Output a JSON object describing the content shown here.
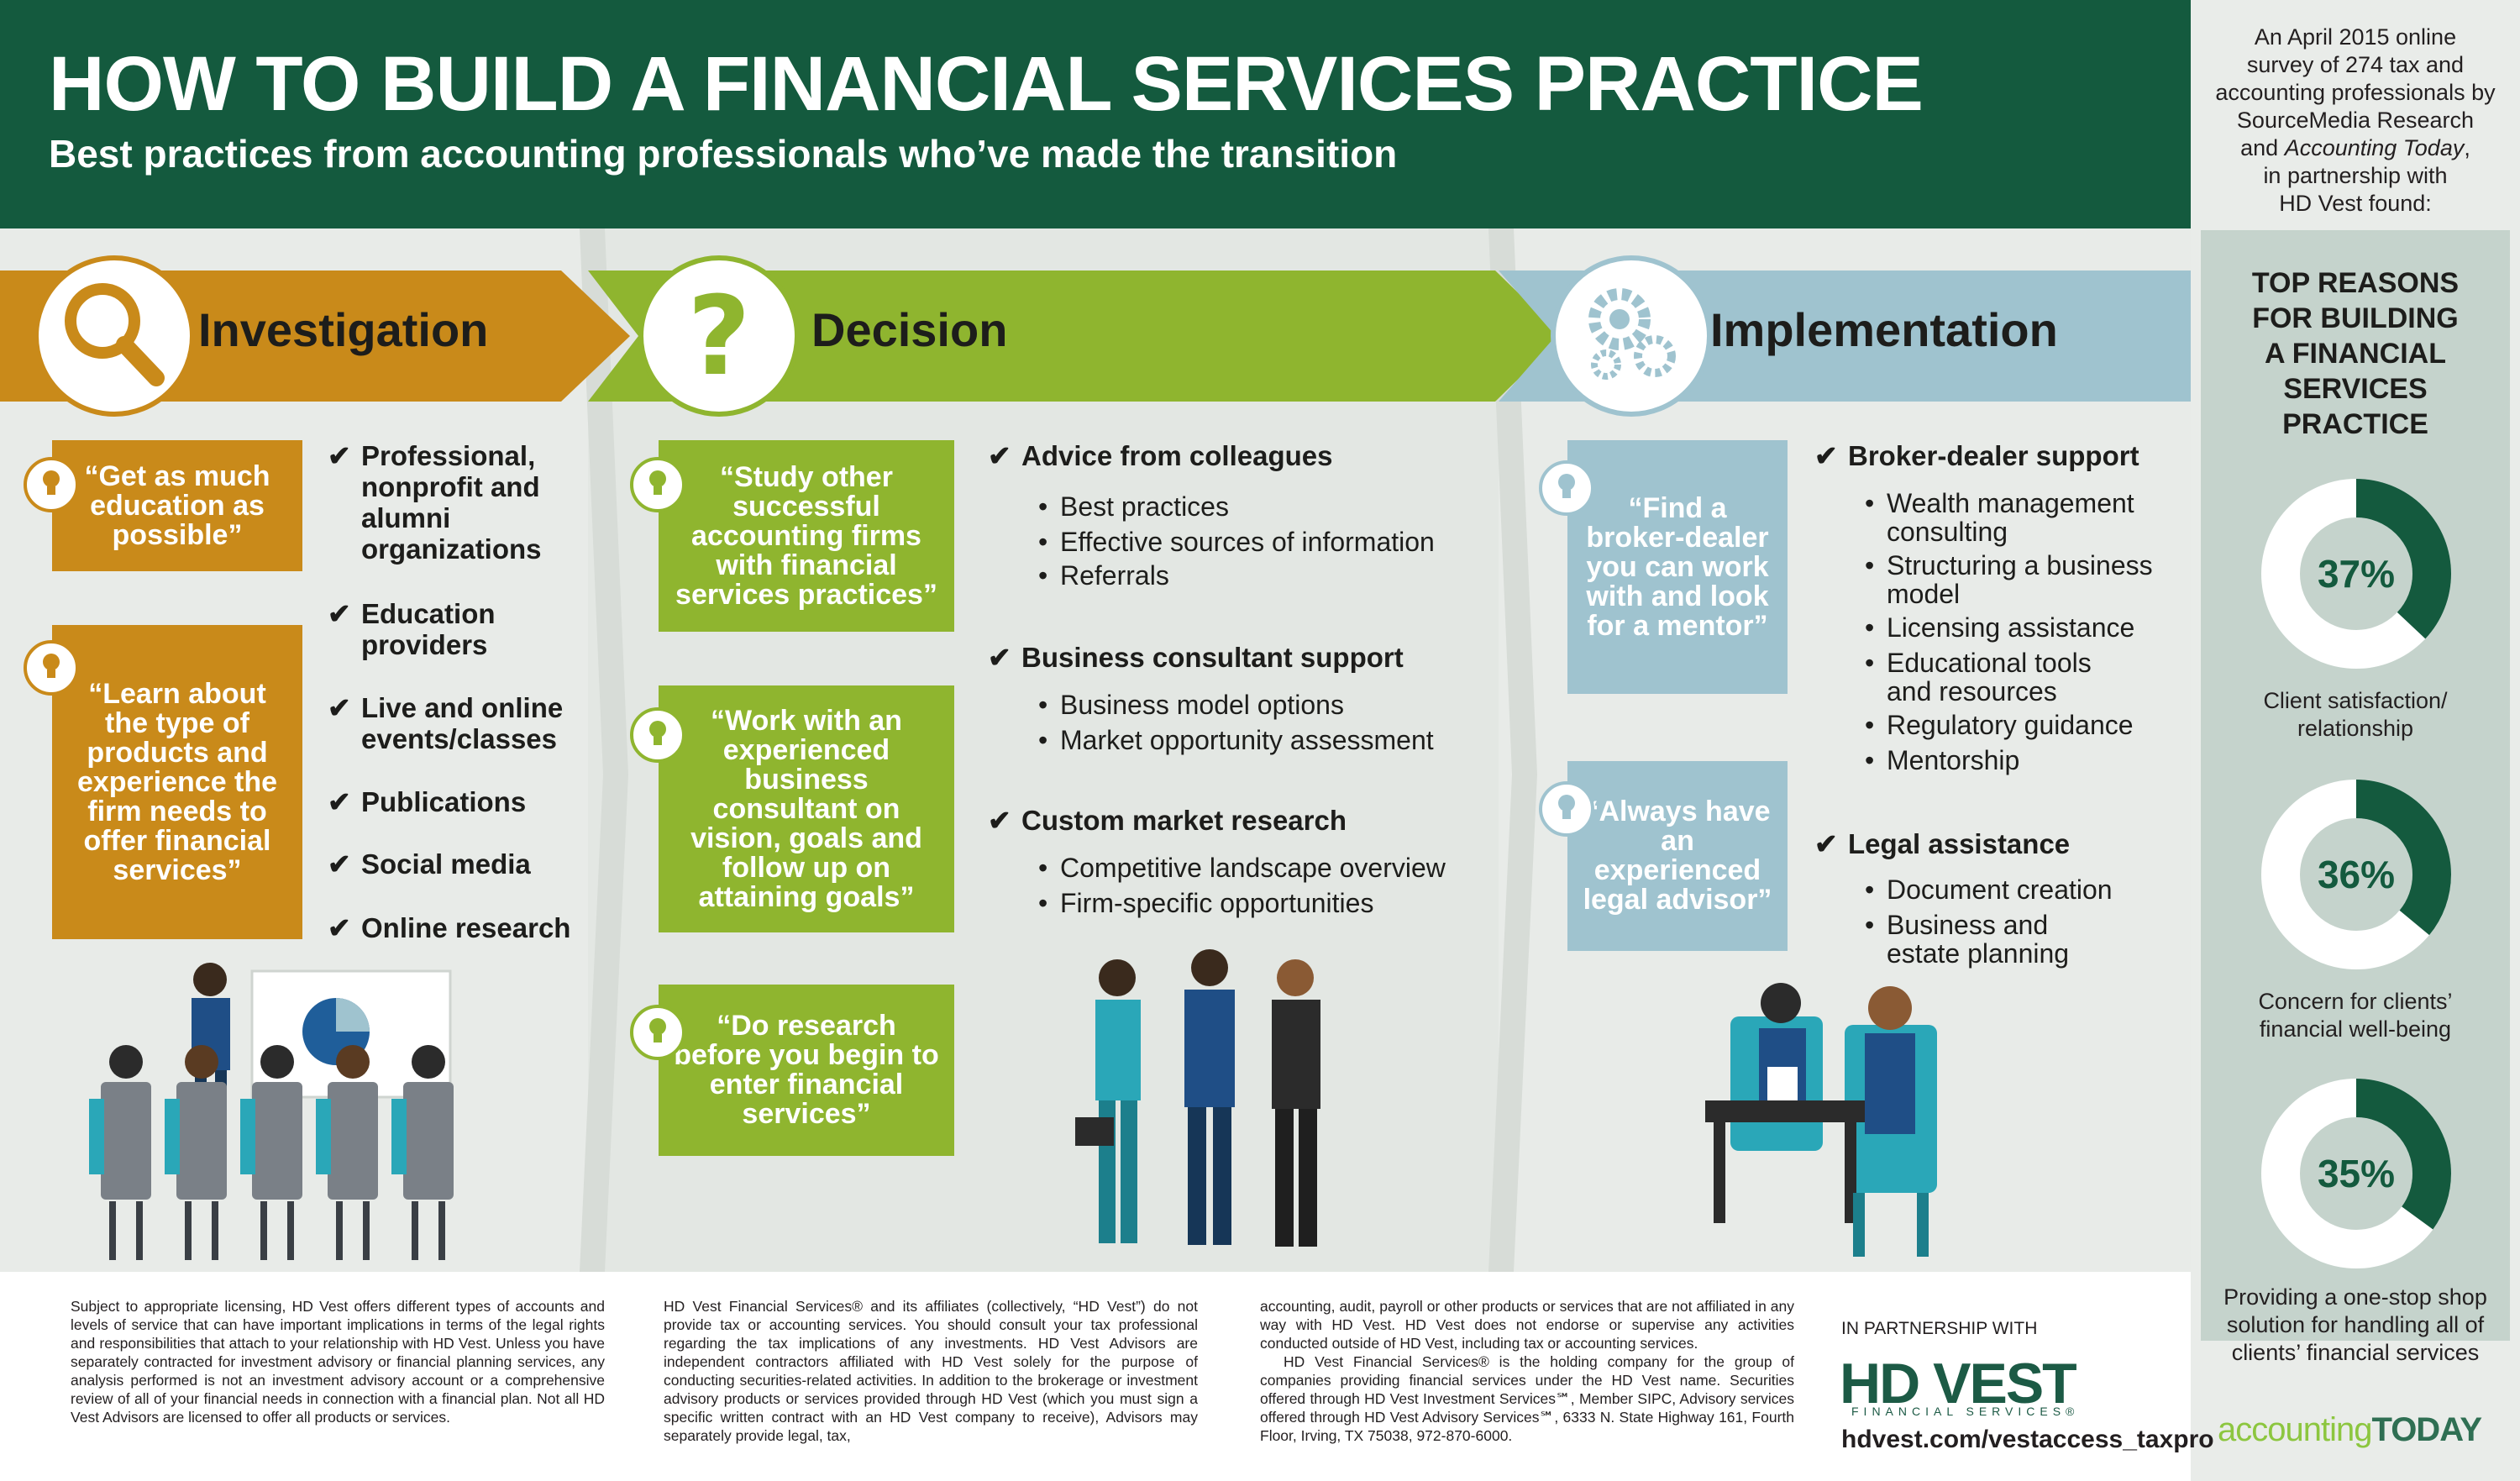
{
  "header": {
    "title": "HOW TO BUILD A FINANCIAL SERVICES PRACTICE",
    "subtitle": "Best practices from accounting professionals who’ve made the transition"
  },
  "survey": {
    "line1": "An April 2015 online",
    "line2": "survey of 274 tax and",
    "line3": "accounting professionals by",
    "line4": "SourceMedia Research",
    "line5_pre": "and ",
    "line5_em": "Accounting Today",
    "line5_post": ",",
    "line6": "in partnership with",
    "line7": "HD Vest found:"
  },
  "reasons": {
    "title_line1": "TOP REASONS",
    "title_line2": "FOR BUILDING",
    "title_line3": "A FINANCIAL",
    "title_line4": "SERVICES",
    "title_line5": "PRACTICE",
    "items": [
      {
        "value": "37%",
        "fraction": 0.37,
        "cap1": "Client satisfaction/",
        "cap2": "relationship",
        "cap3": ""
      },
      {
        "value": "36%",
        "fraction": 0.36,
        "cap1": "Concern for clients’",
        "cap2": "financial well-being",
        "cap3": ""
      },
      {
        "value": "35%",
        "fraction": 0.35,
        "cap1": "Providing a one-stop shop",
        "cap2": "solution for handling all of",
        "cap3": "clients’ financial services"
      }
    ]
  },
  "columns": {
    "investigation": {
      "label": "Investigation",
      "quotes": [
        "“Get as much education as possible”",
        "“Learn about the type of products and experience the firm needs to offer financial services”"
      ],
      "checks": [
        "Professional, nonprofit and alumni organizations",
        "Education providers",
        "Live and online events/classes",
        "Publications",
        "Social media",
        "Online research"
      ]
    },
    "decision": {
      "label": "Decision",
      "quotes": [
        "“Study other successful accounting firms with financial services practices”",
        "“Work with an experienced business consultant on vision, goals and follow up on attaining goals”",
        "“Do research before you begin to enter financial services”"
      ],
      "groups": [
        {
          "head": "Advice from colleagues",
          "items": [
            "Best practices",
            "Effective sources of information",
            "Referrals"
          ]
        },
        {
          "head": "Business consultant support",
          "items": [
            "Business model options",
            "Market opportunity assessment"
          ]
        },
        {
          "head": "Custom market research",
          "items": [
            "Competitive landscape overview",
            "Firm-specific opportunities"
          ]
        }
      ]
    },
    "implementation": {
      "label": "Implementation",
      "quotes": [
        "“Find a broker-dealer you can work with and look for a mentor”",
        "“Always have an experienced legal advisor”"
      ],
      "groups": [
        {
          "head": "Broker-dealer support",
          "items": [
            "Wealth management consulting",
            "Structuring a business model",
            "Licensing assistance",
            "Educational tools and resources",
            "Regulatory guidance",
            "Mentorship"
          ]
        },
        {
          "head": "Legal assistance",
          "items": [
            "Document creation",
            "Business and estate planning"
          ]
        }
      ]
    }
  },
  "footer": {
    "col1": "Subject to appropriate licensing, HD Vest offers different types of accounts and levels of service that can have important implications in terms of the legal rights and responsibilities that attach to your relationship with HD Vest. Unless you have separately contracted for investment advisory or financial planning services, any analysis performed is not an investment advisory account or a comprehensive review of all of your financial needs in connection with a financial plan. Not all HD Vest Advisors are licensed to offer all products or services.",
    "col2": "HD Vest Financial Services® and its affiliates (collectively, “HD Vest”) do not provide tax or accounting services. You should consult your tax professional regarding the tax implications of any investments. HD Vest Advisors are independent contractors affiliated with HD Vest solely for the purpose of conducting securities-related activities. In addition to the brokerage or investment advisory products or services provided through HD Vest (which you must sign a specific written contract with an HD Vest company to receive), Advisors may separately provide legal, tax,",
    "col3a": "accounting, audit, payroll or other products or services that are not affiliated in any way with HD Vest. HD Vest does not endorse or supervise any activities conducted outside of HD Vest, including tax or accounting services.",
    "col3b": "HD Vest Financial Services® is the holding company for the group of companies providing financial services under the HD Vest name. Securities offered through HD Vest Investment Services℠, Member SIPC, Advisory services offered through HD Vest Advisory Services℠, 6333 N. State Highway 161, Fourth Floor, Irving, TX 75038, 972-870-6000.",
    "partner_label": "IN PARTNERSHIP WITH",
    "logo": "HD VEST",
    "logo_tag": "FINANCIAL SERVICES®",
    "url": "hdvest.com/vestaccess_taxpro"
  },
  "brand": {
    "accounting": "accounting",
    "today": "TODAY"
  },
  "colors": {
    "header_green": "#145a3e",
    "gold": "#c98a1a",
    "green": "#8fb52f",
    "blue": "#9fc3cf",
    "donut_fill": "#145a3e"
  },
  "icons": [
    "magnifier-icon",
    "question-icon",
    "gears-icon",
    "lightbulb-icon",
    "check-icon"
  ]
}
